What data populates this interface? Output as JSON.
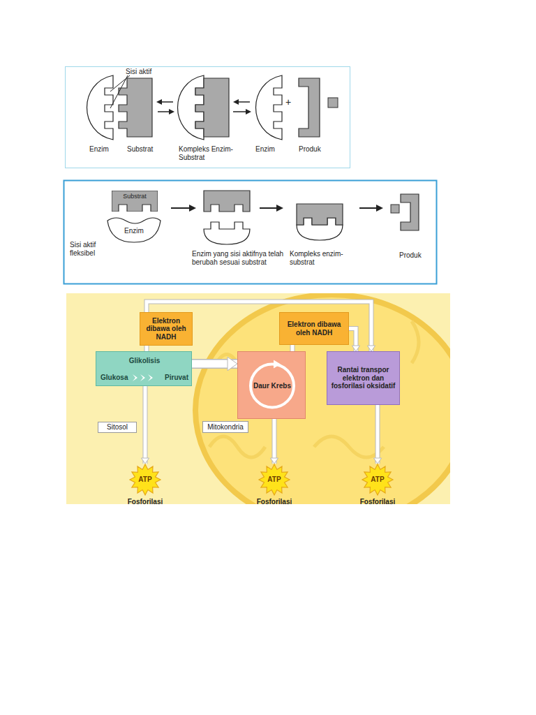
{
  "diagram": {
    "nodes": [
      {
        "text": [
          "Substrat"
        ]
      },
      {
        "text": [
          "Enzim"
        ]
      },
      {
        "text": [
          "Elektron dibawa oleh NADH"
        ]
      },
      {
        "text": [
          "Elektron dibawa oleh NADH"
        ]
      },
      {
        "text": [
          "Glikolisis",
          "Glukosa",
          "Piruvat"
        ]
      },
      {
        "text": [
          "Daur Krebs"
        ]
      },
      {
        "text": [
          "Rantai transpor elektron dan fosforilasi oksidatif"
        ]
      },
      {
        "text": [
          "Sitosol"
        ]
      },
      {
        "text": [
          "Mitokondria"
        ]
      },
      {
        "text": [
          "ATP",
          "Fosforilasi"
        ]
      },
      {
        "text": [
          "ATP",
          "Fosforilasi"
        ]
      },
      {
        "text": [
          "ATP",
          "Fosforilasi"
        ]
      }
    ],
    "edges": [
      {
        "from": 4,
        "to": 5,
        "arrow": "to"
      },
      {
        "from": 4,
        "to": 2,
        "arrow": "none"
      },
      {
        "from": 2,
        "to": 6,
        "arrow": "to"
      },
      {
        "from": 5,
        "to": 3,
        "arrow": "none"
      },
      {
        "from": 3,
        "to": 6,
        "arrow": "to"
      },
      {
        "from": 4,
        "to": 9,
        "arrow": "to"
      },
      {
        "from": 5,
        "to": 10,
        "arrow": "to"
      },
      {
        "from": 6,
        "to": 11,
        "arrow": "to"
      }
    ],
    "labels": [
      "Sisi aktif",
      "Enzim",
      "Substrat",
      "Kompleks Enzim-Substrat",
      "+",
      "Enzim",
      "Produk",
      "Sisi aktif fleksibel",
      "Enzim yang sisi aktifnya telah berubah sesuai substrat",
      "Kompleks enzim-substrat",
      "Produk"
    ]
  }
}
